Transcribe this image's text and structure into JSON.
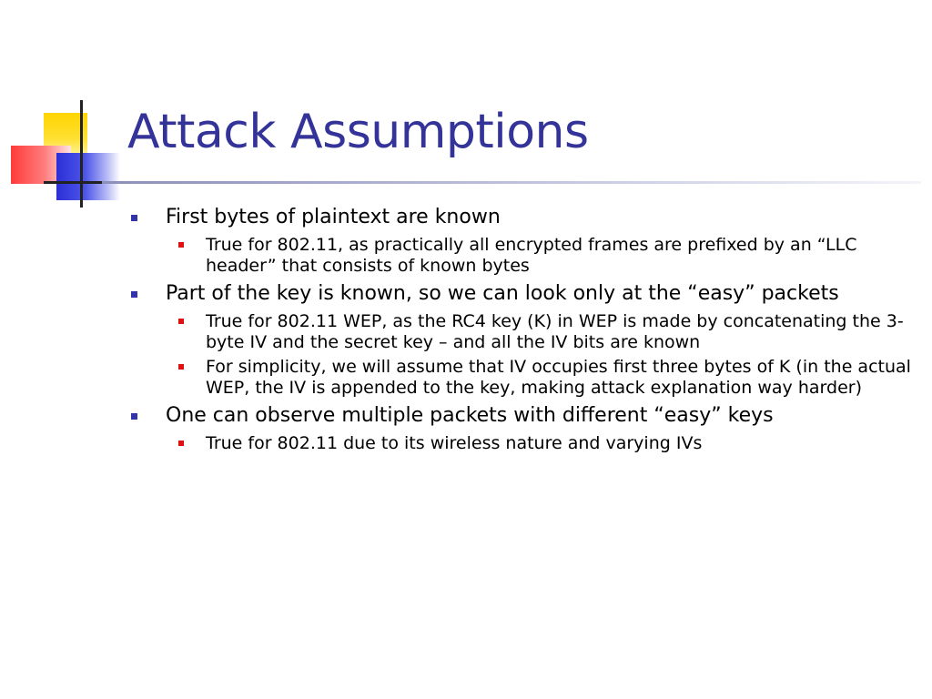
{
  "slide": {
    "title": "Attack Assumptions",
    "bullets": [
      {
        "text": "First bytes of plaintext are known",
        "sub": [
          "True for 802.11, as practically all encrypted frames are prefixed by an “LLC header” that consists of known bytes"
        ]
      },
      {
        "text": "Part of the key is known, so we can look only at the “easy” packets",
        "sub": [
          "True for 802.11 WEP, as the RC4 key (K) in WEP is made by concatenating the 3-byte IV and the secret key – and all the IV bits are known",
          "For simplicity, we will assume that IV occupies first three bytes of K (in the actual WEP, the IV is appended to the key, making attack explanation way harder)"
        ]
      },
      {
        "text": "One can observe multiple packets with different “easy” keys",
        "sub": [
          "True for 802.11 due to its wireless nature and varying IVs"
        ]
      }
    ]
  },
  "colors": {
    "title": "#33339a",
    "level1_bullet": "#3333aa",
    "level2_bullet": "#dd1111"
  }
}
